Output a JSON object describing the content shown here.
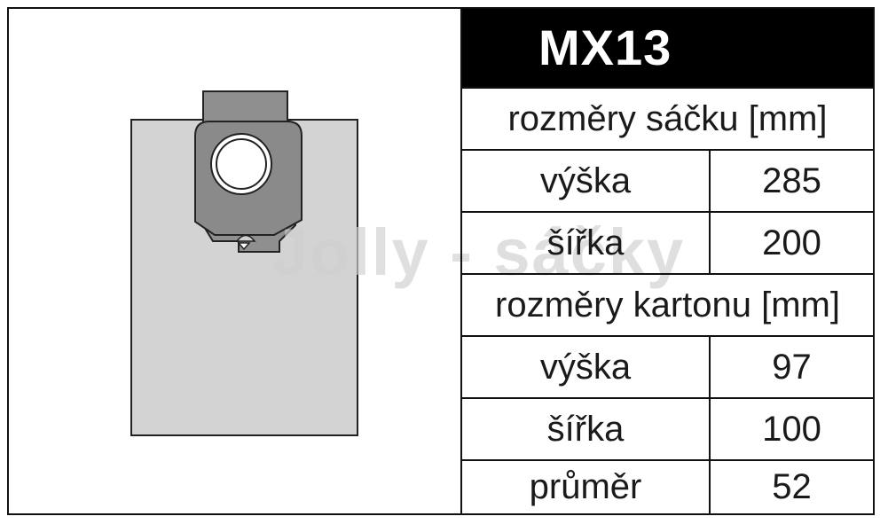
{
  "title": "MX13",
  "watermark": "Jolly - sáčky",
  "bag_section_header": "rozměry sáčku [mm]",
  "bag_rows": [
    {
      "label": "výška",
      "value": "285"
    },
    {
      "label": "šířka",
      "value": "200"
    }
  ],
  "carton_section_header": "rozměry kartonu [mm]",
  "carton_rows": [
    {
      "label": "výška",
      "value": "97"
    },
    {
      "label": "šířka",
      "value": "100"
    },
    {
      "label": "průměr",
      "value": "52"
    }
  ],
  "colors": {
    "bag_fill": "#d3d3d3",
    "collar_fill": "#8d8d8d",
    "title_background": "#000000"
  }
}
